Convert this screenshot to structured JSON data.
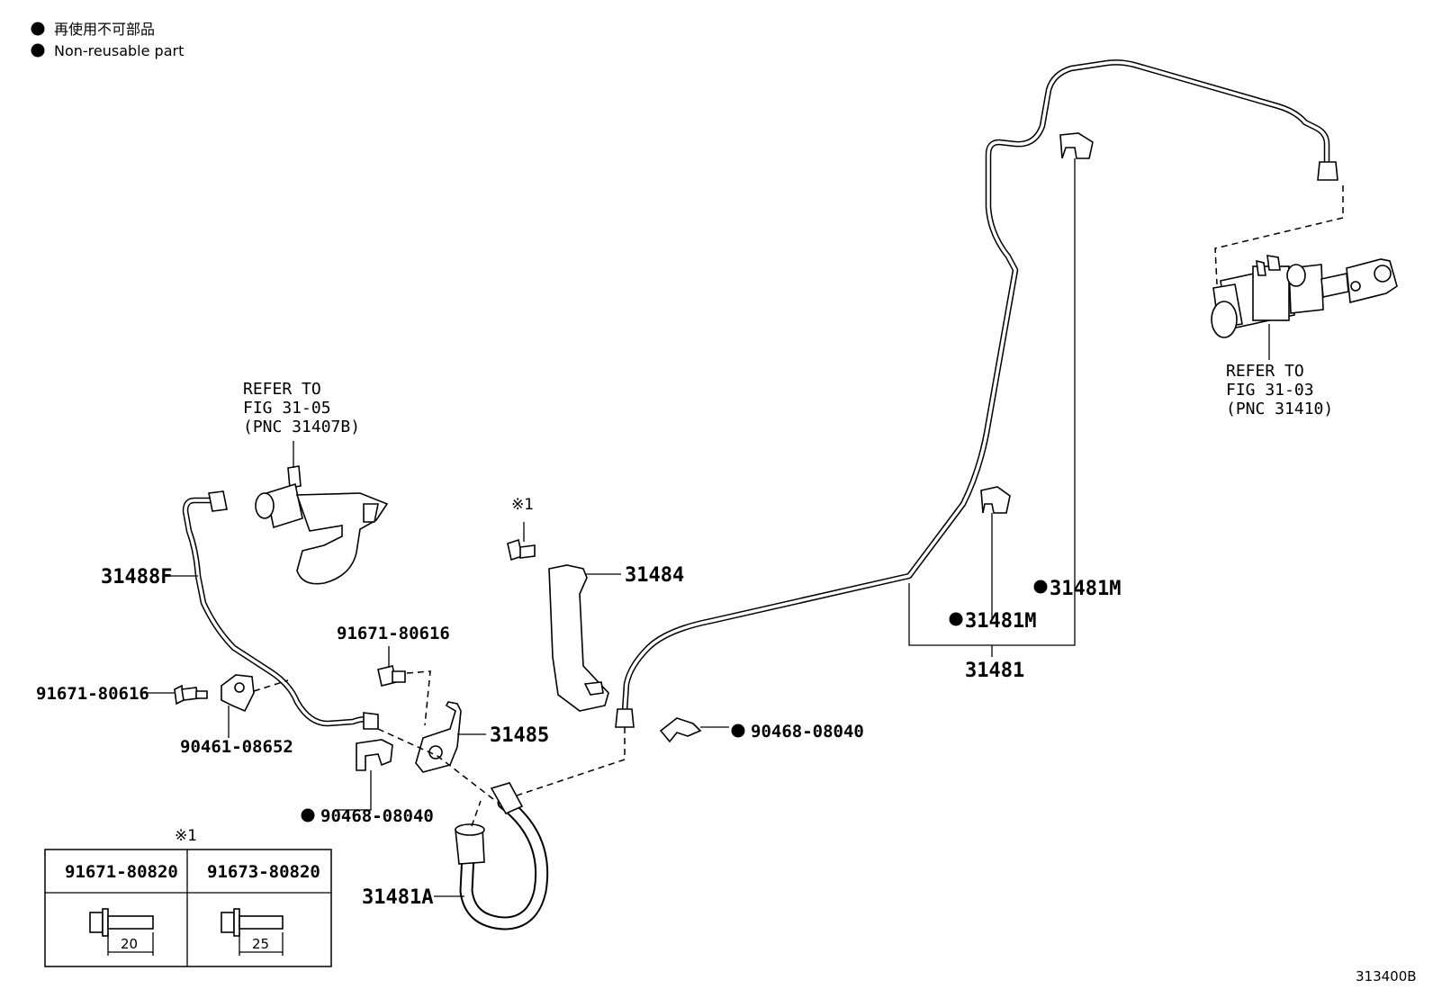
{
  "legend": {
    "line_jp": "再使用不可部品",
    "line_en": "Non-reusable part"
  },
  "references": {
    "left": {
      "line1": "REFER TO",
      "line2": "FIG 31-05",
      "line3": "(PNC 31407B)"
    },
    "right": {
      "line1": "REFER TO",
      "line2": "FIG 31-03",
      "line3": "(PNC 31410)"
    }
  },
  "labels": {
    "p31488F": "31488F",
    "p31484": "31484",
    "p31485": "31485",
    "p31481": "31481",
    "p31481M_a": "31481M",
    "p31481M_b": "31481M",
    "p31481A": "31481A",
    "p91671_80616_a": "91671-80616",
    "p91671_80616_b": "91671-80616",
    "p90461_08652": "90461-08652",
    "p90468_08040_a": "90468-08040",
    "p90468_08040_b": "90468-08040",
    "note_mark": "※1"
  },
  "bolt_table": {
    "caption": "※1",
    "columns": [
      {
        "part": "91671-80820",
        "length": "20"
      },
      {
        "part": "91673-80820",
        "length": "25"
      }
    ]
  },
  "figure_code": "313400B",
  "colors": {
    "ink": "#000000",
    "paper": "#ffffff"
  }
}
